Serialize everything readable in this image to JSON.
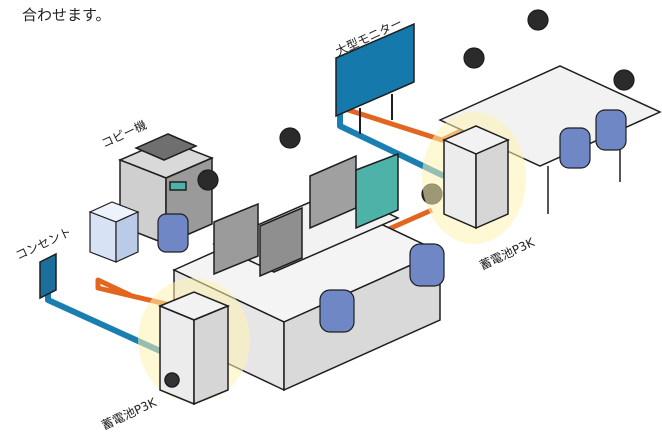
{
  "header_text": "合わせます。",
  "labels": {
    "large_monitor": "大型モニター",
    "copier": "コピー機",
    "outlet": "コンセント",
    "battery_right": "蓄電池P3K",
    "battery_left": "蓄電池P3K"
  },
  "colors": {
    "cable_blue": "#1a7fb0",
    "cable_orange": "#e2661f",
    "glow": "#fff3b0",
    "chair_blue": "#6f87c4",
    "outline": "#1e1e1e",
    "screen_gray": "#9b9b9b",
    "screen_teal": "#4db3a8"
  }
}
